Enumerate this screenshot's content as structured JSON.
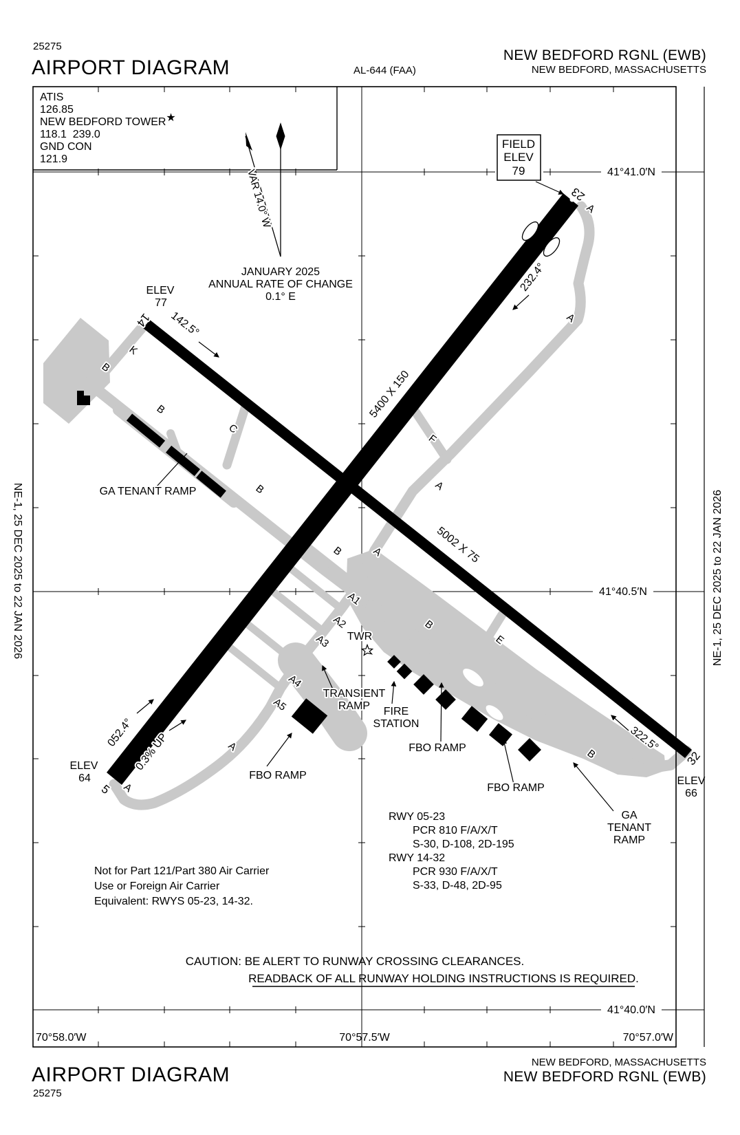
{
  "header": {
    "chart_code": "25275",
    "title": "AIRPORT DIAGRAM",
    "al_number": "AL-644 (FAA)",
    "airport": "NEW BEDFORD RGNL (EWB)",
    "city": "NEW BEDFORD, MASSACHUSETTS"
  },
  "footer": {
    "title": "AIRPORT DIAGRAM",
    "chart_code": "25275",
    "airport": "NEW BEDFORD RGNL (EWB)",
    "city": "NEW BEDFORD, MASSACHUSETTS"
  },
  "margins": {
    "effective_dates": "NE-1,  25 DEC 2025  to  22 JAN 2026"
  },
  "comm": {
    "l1": "ATIS",
    "l2": "126.85",
    "l3": "NEW BEDFORD TOWER",
    "star": "★",
    "l4": "118.1  239.0",
    "l5": "GND CON",
    "l6": "121.9"
  },
  "north_block": {
    "var": "VAR 14.0° W",
    "l1": "JANUARY 2025",
    "l2": "ANNUAL RATE OF CHANGE",
    "l3": "0.1° E"
  },
  "field_elev": {
    "l1": "FIELD",
    "l2": "ELEV",
    "value": "79"
  },
  "grid": {
    "lat1": "41°41.0′N",
    "lat2": "41°40.5′N",
    "lat3": "41°40.0′N",
    "lon1": "70°58.0′W",
    "lon2": "70°57.5′W",
    "lon3": "70°57.0′W"
  },
  "runways": {
    "r5": "5",
    "r23": "23",
    "r14": "14",
    "r32": "32",
    "dim0523": "5400 X 150",
    "dim1432": "5002 X 75",
    "hdg5": "052.4°",
    "hdg23": "232.4°",
    "hdg14": "142.5°",
    "hdg32": "322.5°",
    "slope": "0.3% UP",
    "elev_label": "ELEV",
    "elev14": "77",
    "elev5": "64",
    "elev32": "66"
  },
  "taxiways": {
    "a": "A",
    "b": "B",
    "c": "C",
    "e": "E",
    "f": "F",
    "k": "K",
    "a1": "A1",
    "a2": "A2",
    "a3": "A3",
    "a4": "A4",
    "a5": "A5"
  },
  "facilities": {
    "twr": "TWR",
    "transient1": "TRANSIENT",
    "transient2": "RAMP",
    "fire1": "FIRE",
    "fire2": "STATION",
    "fbo": "FBO RAMP",
    "ga_inline": "GA TENANT RAMP",
    "ga1": "GA",
    "ga2": "TENANT",
    "ga3": "RAMP"
  },
  "notes": {
    "pcr1": "RWY 05-23",
    "pcr2": "PCR 810 F/A/X/T",
    "pcr3": "S-30, D-108, 2D-195",
    "pcr4": "RWY 14-32",
    "pcr5": "PCR 930 F/A/X/T",
    "pcr6": "S-33, D-48, 2D-95",
    "carrier1": "Not for Part 121/Part 380 Air Carrier",
    "carrier2": "Use or Foreign Air Carrier",
    "carrier3": "Equivalent: RWYS 05-23, 14-32.",
    "caution1": "CAUTION: BE ALERT TO RUNWAY CROSSING CLEARANCES.",
    "caution2": "READBACK OF ALL RUNWAY HOLDING INSTRUCTIONS IS REQUIRED."
  }
}
